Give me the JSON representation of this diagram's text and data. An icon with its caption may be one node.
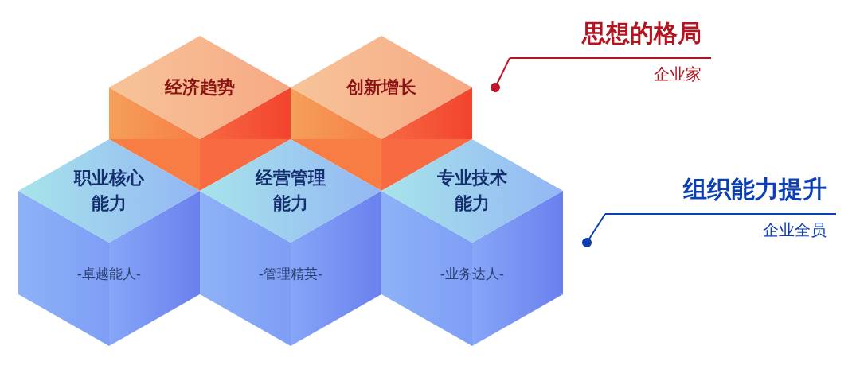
{
  "diagram": {
    "nodes": [
      {
        "text": [
          "经济趋势"
        ]
      },
      {
        "text": [
          "创新增长"
        ]
      },
      {
        "text": [
          "职业核心能力",
          "-卓越能人-"
        ]
      },
      {
        "text": [
          "经营管理能力",
          "-管理精英-"
        ]
      },
      {
        "text": [
          "专业技术能力",
          "-业务达人-"
        ]
      },
      {
        "text": [
          "思想的格局",
          "企业家"
        ]
      },
      {
        "text": [
          "组织能力提升",
          "企业全员"
        ]
      }
    ],
    "edges": [
      {
        "from": 5,
        "to": null,
        "arrow": "other",
        "color": "#c0182a"
      },
      {
        "from": 6,
        "to": null,
        "arrow": "other",
        "color": "#0b3fb5"
      }
    ]
  }
}
